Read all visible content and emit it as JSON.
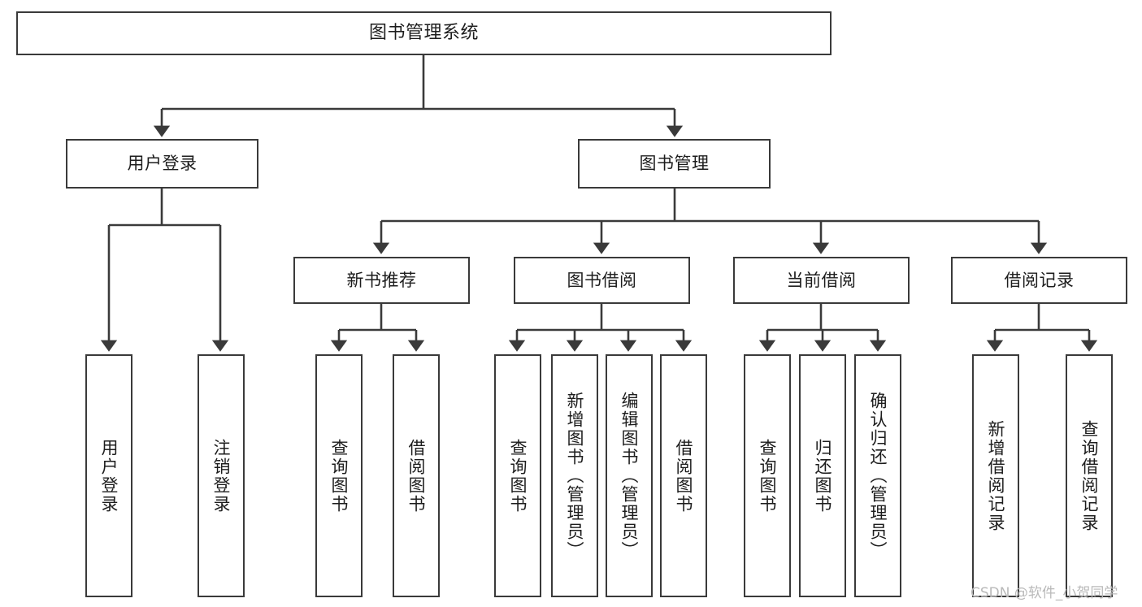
{
  "diagram": {
    "title": "图书管理系统",
    "type": "tree-hierarchy",
    "orientation": "top-down",
    "colors": {
      "box_border": "#3a3a3a",
      "box_fill": "#ffffff",
      "connector": "#3a3a3a",
      "text": "#1d1d1d",
      "watermark": "#b9b9b9",
      "background": "#ffffff"
    }
  },
  "nodes": {
    "root": {
      "label": "图书管理系统"
    },
    "level1": [
      {
        "label": "用户登录"
      },
      {
        "label": "图书管理"
      }
    ],
    "level2": [
      {
        "label": "新书推荐"
      },
      {
        "label": "图书借阅"
      },
      {
        "label": "当前借阅"
      },
      {
        "label": "借阅记录"
      }
    ],
    "leaves": {
      "user_login": [
        {
          "label": "用户登录"
        },
        {
          "label": "注销登录"
        }
      ],
      "new_book": [
        {
          "label": "查询图书"
        },
        {
          "label": "借阅图书"
        }
      ],
      "book_borrow": [
        {
          "label": "查询图书"
        },
        {
          "label": "新增图书（管理员）"
        },
        {
          "label": "编辑图书（管理员）"
        },
        {
          "label": "借阅图书"
        }
      ],
      "current_borrow": [
        {
          "label": "查询图书"
        },
        {
          "label": "归还图书"
        },
        {
          "label": "确认归还（管理员）"
        }
      ],
      "borrow_record": [
        {
          "label": "新增借阅记录"
        },
        {
          "label": "查询借阅记录"
        }
      ]
    }
  },
  "watermark": {
    "text": "CSDN @软件_小贺同学"
  }
}
